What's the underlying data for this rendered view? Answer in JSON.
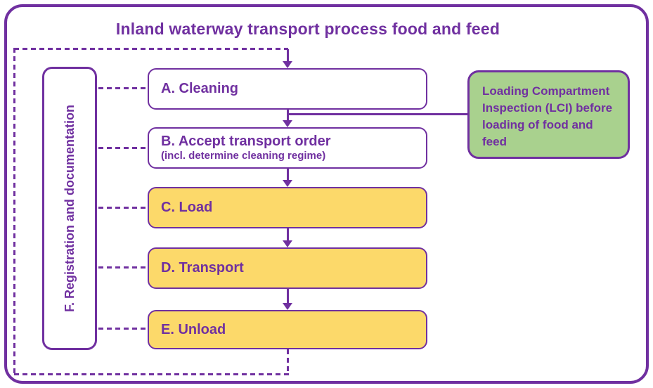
{
  "title": "Inland waterway transport process food and feed",
  "registration": {
    "label": "F. Registration and documentation"
  },
  "process": [
    {
      "id": "A",
      "label": "A. Cleaning"
    },
    {
      "id": "B",
      "label": "B. Accept transport order",
      "sublabel": "(incl. determine cleaning regime)"
    },
    {
      "id": "C",
      "label": "C. Load"
    },
    {
      "id": "D",
      "label": "D. Transport"
    },
    {
      "id": "E",
      "label": "E. Unload"
    }
  ],
  "callout": {
    "label": "Loading Compartment Inspection (LCI) before loading of food and feed"
  },
  "colors": {
    "purple": "#7030A0",
    "yellow": "#FCD96A",
    "green": "#A9D18E",
    "white": "#FFFFFF"
  }
}
